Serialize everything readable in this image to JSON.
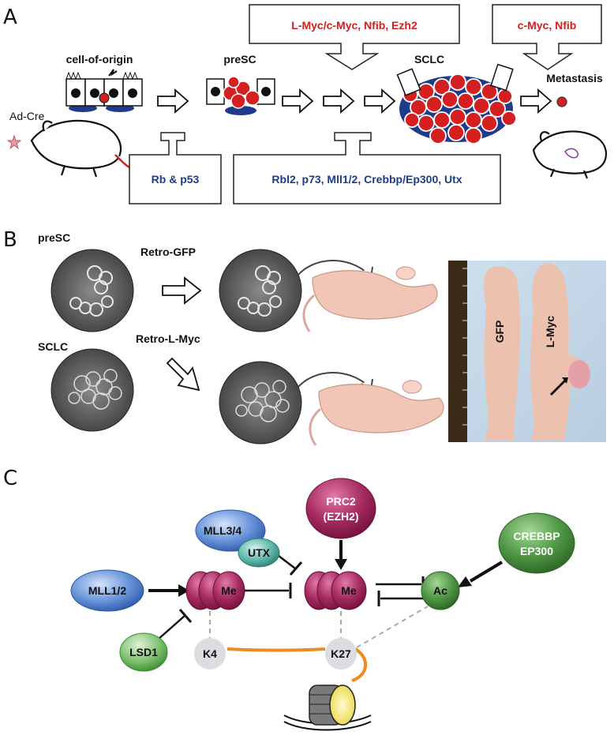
{
  "panel_a": {
    "label": "A",
    "cell_of_origin": "cell-of-origin",
    "presc": "preSC",
    "sclc": "SCLC",
    "metastasis": "Metastasis",
    "ad_cre": "Ad-Cre",
    "box_top1": "L-Myc/c-Myc, Nfib, Ezh2",
    "box_top2": "c-Myc, Nfib",
    "box_bot1": "Rb & p53",
    "box_bot2": "Rbl2, p73, Mll1/2, Crebbp/Ep300, Utx"
  },
  "panel_b": {
    "label": "B",
    "presc": "preSC",
    "sclc": "SCLC",
    "retro_gfp": "Retro-GFP",
    "retro_lmyc": "Retro-L-Myc",
    "photo_gfp": "GFP",
    "photo_lmyc": "L-Myc"
  },
  "panel_c": {
    "label": "C",
    "mll34": "MLL3/4",
    "utx": "UTX",
    "prc2_line1": "PRC2",
    "prc2_line2": "(EZH2)",
    "crebbp_line1": "CREBBP",
    "crebbp_line2": "EP300",
    "mll12": "MLL1/2",
    "me1": "Me",
    "me2": "Me",
    "ac": "Ac",
    "lsd1": "LSD1",
    "k4": "K4",
    "k27": "K27"
  },
  "colors": {
    "red_text": "#d42020",
    "blue_text": "#1a3e8c",
    "histone": "#8e1f4f",
    "green_node": "#3f8a3a",
    "blue_node": "#3c6fc4",
    "orange_link": "#f08a1e"
  }
}
